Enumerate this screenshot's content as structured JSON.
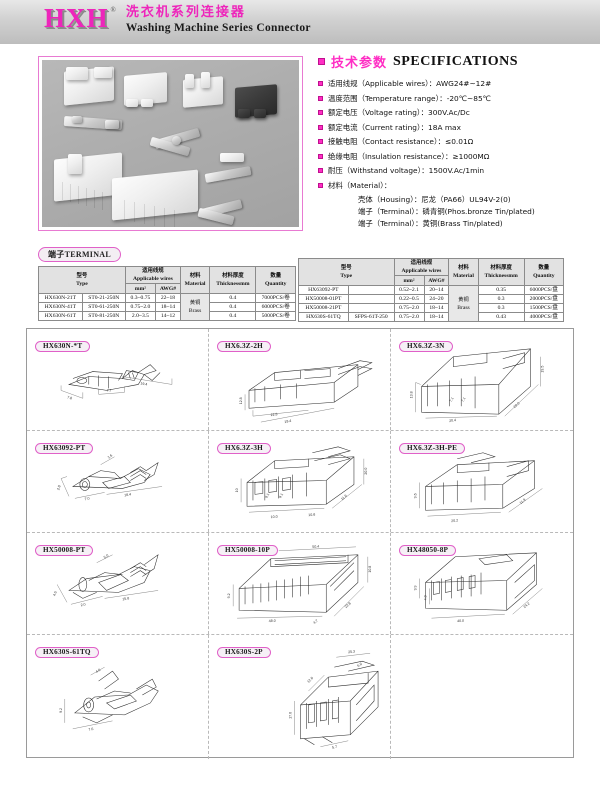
{
  "header": {
    "logo": "HXH",
    "registered_mark": "®",
    "title_cn": "洗衣机系列连接器",
    "title_en": "Washing Machine Series Connector"
  },
  "specifications": {
    "title_cn": "技术参数",
    "title_en": "SPECIFICATIONS",
    "items": [
      "适用线规（Applicable wires）：AWG24#~12#",
      "温度范围（Temperature range）：-20℃~85℃",
      "额定电压（Voltage rating）：300V.Ac/Dc",
      "额定电流（Current rating）：18A max",
      "接触电阻（Contact resistance）：≤0.01Ω",
      "绝缘电阻（Insulation resistance）：≥1000MΩ",
      "耐压（Withstand voltage）：1500V.Ac/1min",
      "材料（Material）："
    ],
    "material_sublines": [
      "壳体（Housing）：尼龙（PA66）UL94V-2(0)",
      "端子（Terminal）：磷青铜(Phos.bronze Tin/plated)",
      "端子（Terminal）：黄铜(Brass Tin/plated)"
    ]
  },
  "terminal_table": {
    "pill_cn": "端子",
    "pill_en": "TERMINAL",
    "headers": {
      "type_cn": "型号",
      "type_en": "Type",
      "wires_cn": "适用线规",
      "wires_en": "Applicable wires",
      "mm2": "mm²",
      "awg": "AWG#",
      "material_cn": "材料",
      "material_en": "Material",
      "thickness_cn": "材料厚度",
      "thickness_en": "Thickness",
      "thickness_unit": "mm",
      "quantity_cn": "数量",
      "quantity_en": "Quantity"
    },
    "material_cn": "黄铜",
    "material_en": "Brass",
    "rows": [
      {
        "type1": "HX630N-21T",
        "type2": "ST0-21-250N",
        "mm2": "0.3~0.75",
        "awg": "22~18",
        "thickness": "0.4",
        "quantity": "7000PCS/卷"
      },
      {
        "type1": "HX630N-41T",
        "type2": "ST0-61-250N",
        "mm2": "0.75~2.0",
        "awg": "18~14",
        "thickness": "0.4",
        "quantity": "6000PCS/卷"
      },
      {
        "type1": "HX630N-61T",
        "type2": "ST0-81-250N",
        "mm2": "2.0~3.5",
        "awg": "14~12",
        "thickness": "0.4",
        "quantity": "5000PCS/卷"
      }
    ]
  },
  "terminal_table2": {
    "headers": {
      "type_cn": "型号",
      "type_en": "Type",
      "wires_cn": "适用线规",
      "wires_en": "Applicable wires",
      "mm2": "mm²",
      "awg": "AWG#",
      "material_cn": "材料",
      "material_en": "Material",
      "thickness_cn": "材料厚度",
      "thickness_en": "Thickness",
      "thickness_unit": "mm",
      "quantity_cn": "数量",
      "quantity_en": "Quantity"
    },
    "material_cn": "黄铜",
    "material_en": "Brass",
    "rows": [
      {
        "type1": "HX63092-PT",
        "type2": "",
        "mm2": "0.52~2.1",
        "awg": "20~14",
        "thickness": "0.35",
        "quantity": "6000PCS/盘"
      },
      {
        "type1": "HX50008-01PT",
        "type2": "",
        "mm2": "0.22~0.5",
        "awg": "24~20",
        "thickness": "0.3",
        "quantity": "2000PCS/盘"
      },
      {
        "type1": "HX50008-21PT",
        "type2": "",
        "mm2": "0.75~2.0",
        "awg": "18~14",
        "thickness": "0.3",
        "quantity": "1500PCS/盘"
      },
      {
        "type1": "HX630S-61TQ",
        "type2": "SFPS-61T-250",
        "mm2": "0.75~2.0",
        "awg": "18~14",
        "thickness": "0.43",
        "quantity": "4000PCS/盘"
      }
    ]
  },
  "drawings": [
    {
      "label": "HX630N-*T",
      "dims": [
        "7.8",
        "7.7",
        "19.4"
      ]
    },
    {
      "label": "HX6.3Z-2H",
      "dims": [
        "12.8",
        "22.8",
        "19.4"
      ]
    },
    {
      "label": "HX6.3Z-3N",
      "dims": [
        "13.8",
        "7.1",
        "7.1",
        "20.4",
        "20.0",
        "19.5"
      ]
    },
    {
      "label": "HX63092-PT",
      "dims": [
        "2.8",
        "7.0",
        "18.4",
        "1.6"
      ]
    },
    {
      "label": "HX6.3Z-3H",
      "dims": [
        "10",
        "9.1",
        "9.1",
        "10.0",
        "10.6",
        "11.6",
        "20.0"
      ]
    },
    {
      "label": "HX6.3Z-3H-PE",
      "dims": [
        "9.6",
        "20.2",
        "11.8"
      ]
    },
    {
      "label": "HX50008-PT",
      "dims": [
        "4.5",
        "5.0",
        "2.0",
        "15.8"
      ]
    },
    {
      "label": "HX50008-10P",
      "dims": [
        "9.2",
        "50.4",
        "48.0",
        "4.7",
        "22.8",
        "10.8"
      ]
    },
    {
      "label": "HX48050-8P",
      "dims": [
        "9.9",
        "4.0",
        "40.0",
        "24.2"
      ]
    },
    {
      "label": "HX630S-61TQ",
      "dims": [
        "9.2",
        "7.6",
        "4.0"
      ]
    },
    {
      "label": "HX630S-2P",
      "dims": [
        "25.3",
        "12.0",
        "17.6",
        "6.6",
        "5.7"
      ]
    }
  ],
  "colors": {
    "brand_pink": "#ee25bb",
    "accent_magenta": "#ff2ec4",
    "pill_border": "#e060c8",
    "header_gray": "#d2d2d2",
    "table_header": "#e2e2e2"
  }
}
